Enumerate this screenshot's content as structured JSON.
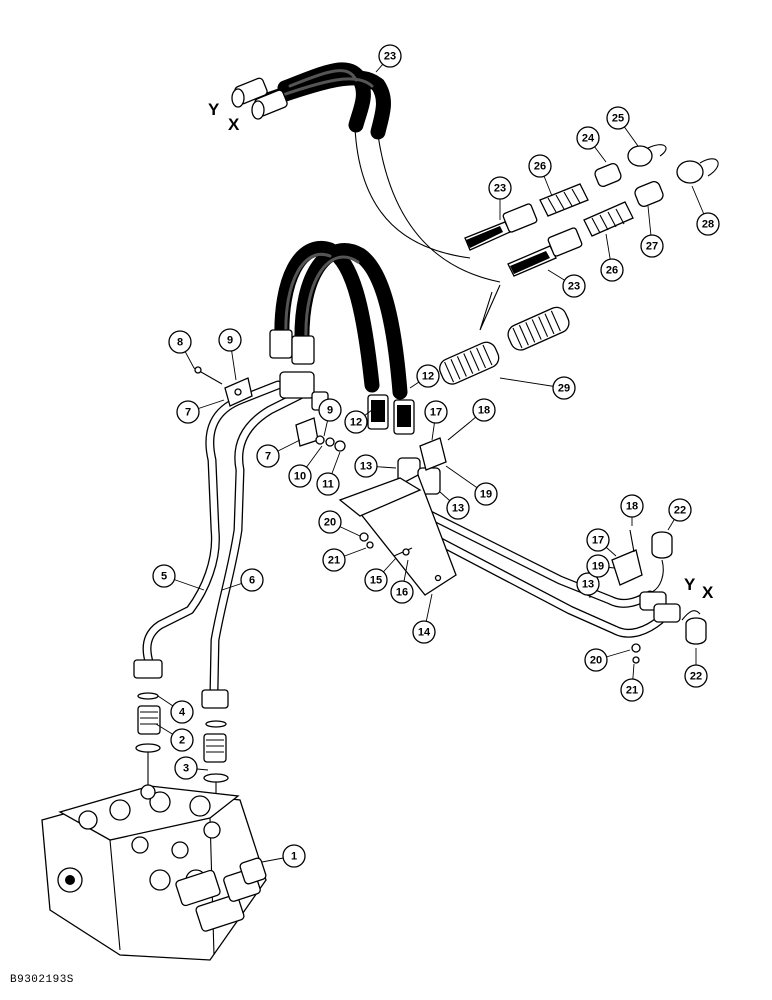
{
  "port_labels": {
    "y_top": "Y",
    "x_top": "X",
    "y_right": "Y",
    "x_right": "X"
  },
  "callouts": [
    {
      "id": "c1",
      "label": "1"
    },
    {
      "id": "c2",
      "label": "2"
    },
    {
      "id": "c3",
      "label": "3"
    },
    {
      "id": "c4",
      "label": "4"
    },
    {
      "id": "c5",
      "label": "5"
    },
    {
      "id": "c6",
      "label": "6"
    },
    {
      "id": "c7a",
      "label": "7"
    },
    {
      "id": "c7b",
      "label": "7"
    },
    {
      "id": "c8",
      "label": "8"
    },
    {
      "id": "c9a",
      "label": "9"
    },
    {
      "id": "c9b",
      "label": "9"
    },
    {
      "id": "c10",
      "label": "10"
    },
    {
      "id": "c11",
      "label": "11"
    },
    {
      "id": "c12a",
      "label": "12"
    },
    {
      "id": "c12b",
      "label": "12"
    },
    {
      "id": "c13a",
      "label": "13"
    },
    {
      "id": "c13b",
      "label": "13"
    },
    {
      "id": "c13c",
      "label": "13"
    },
    {
      "id": "c14",
      "label": "14"
    },
    {
      "id": "c15",
      "label": "15"
    },
    {
      "id": "c16",
      "label": "16"
    },
    {
      "id": "c17a",
      "label": "17"
    },
    {
      "id": "c17b",
      "label": "17"
    },
    {
      "id": "c18a",
      "label": "18"
    },
    {
      "id": "c18b",
      "label": "18"
    },
    {
      "id": "c19a",
      "label": "19"
    },
    {
      "id": "c19b",
      "label": "19"
    },
    {
      "id": "c20a",
      "label": "20"
    },
    {
      "id": "c20b",
      "label": "20"
    },
    {
      "id": "c21a",
      "label": "21"
    },
    {
      "id": "c21b",
      "label": "21"
    },
    {
      "id": "c22a",
      "label": "22"
    },
    {
      "id": "c22b",
      "label": "22"
    },
    {
      "id": "c23a",
      "label": "23"
    },
    {
      "id": "c23b",
      "label": "23"
    },
    {
      "id": "c23c",
      "label": "23"
    },
    {
      "id": "c24",
      "label": "24"
    },
    {
      "id": "c25",
      "label": "25"
    },
    {
      "id": "c26a",
      "label": "26"
    },
    {
      "id": "c26b",
      "label": "26"
    },
    {
      "id": "c27",
      "label": "27"
    },
    {
      "id": "c28",
      "label": "28"
    },
    {
      "id": "c29",
      "label": "29"
    }
  ],
  "figure_id": "B9302193S"
}
